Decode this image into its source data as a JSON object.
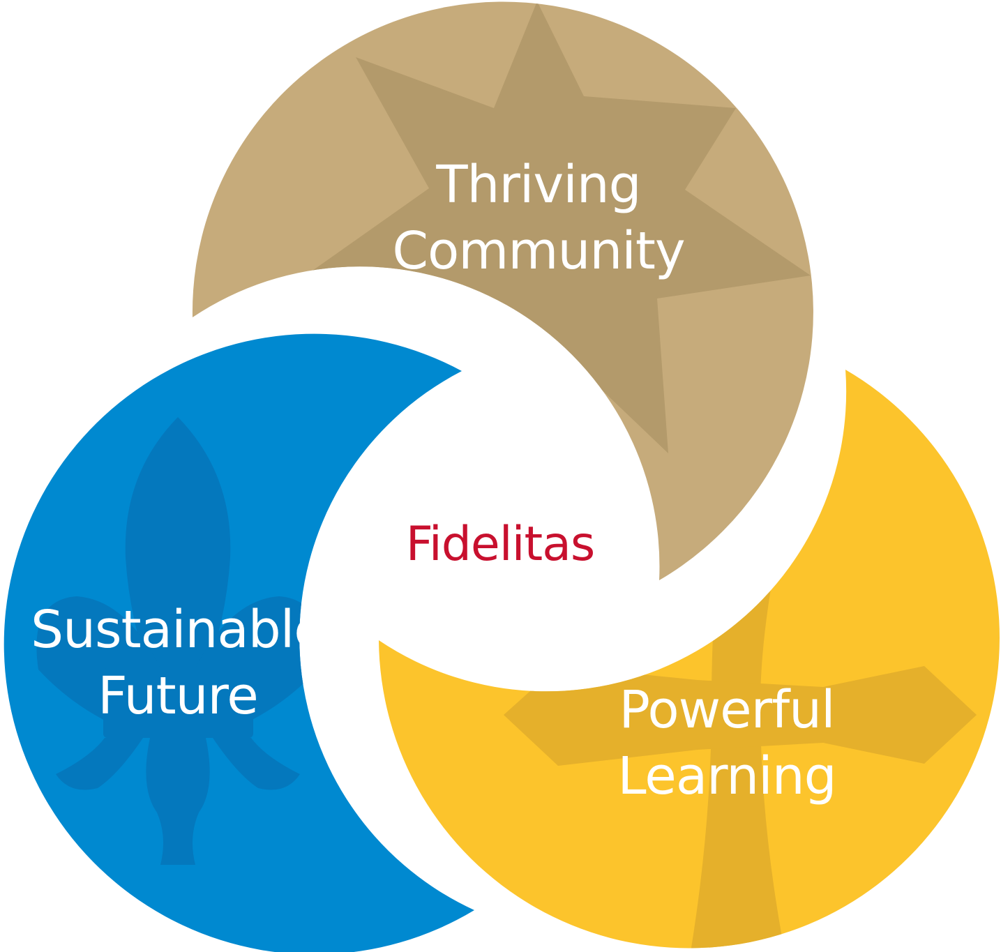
{
  "colors": {
    "community": "#c6ab7b",
    "community_motif": "#b39a6b",
    "future": "#0089d0",
    "future_motif": "#0478bd",
    "learning": "#fcc42c",
    "learning_motif": "#e5b02b",
    "center_text": "#c8102e",
    "background": "#ffffff"
  },
  "segments": {
    "community": {
      "line1": "Thriving",
      "line2": "Community",
      "icon": "star-icon"
    },
    "learning": {
      "line1": "Powerful",
      "line2": "Learning",
      "icon": "cross-icon"
    },
    "future": {
      "line1": "Sustainable",
      "line2": "Future",
      "icon": "fleur-de-lis-icon"
    }
  },
  "center": {
    "label": "Fidelitas"
  }
}
